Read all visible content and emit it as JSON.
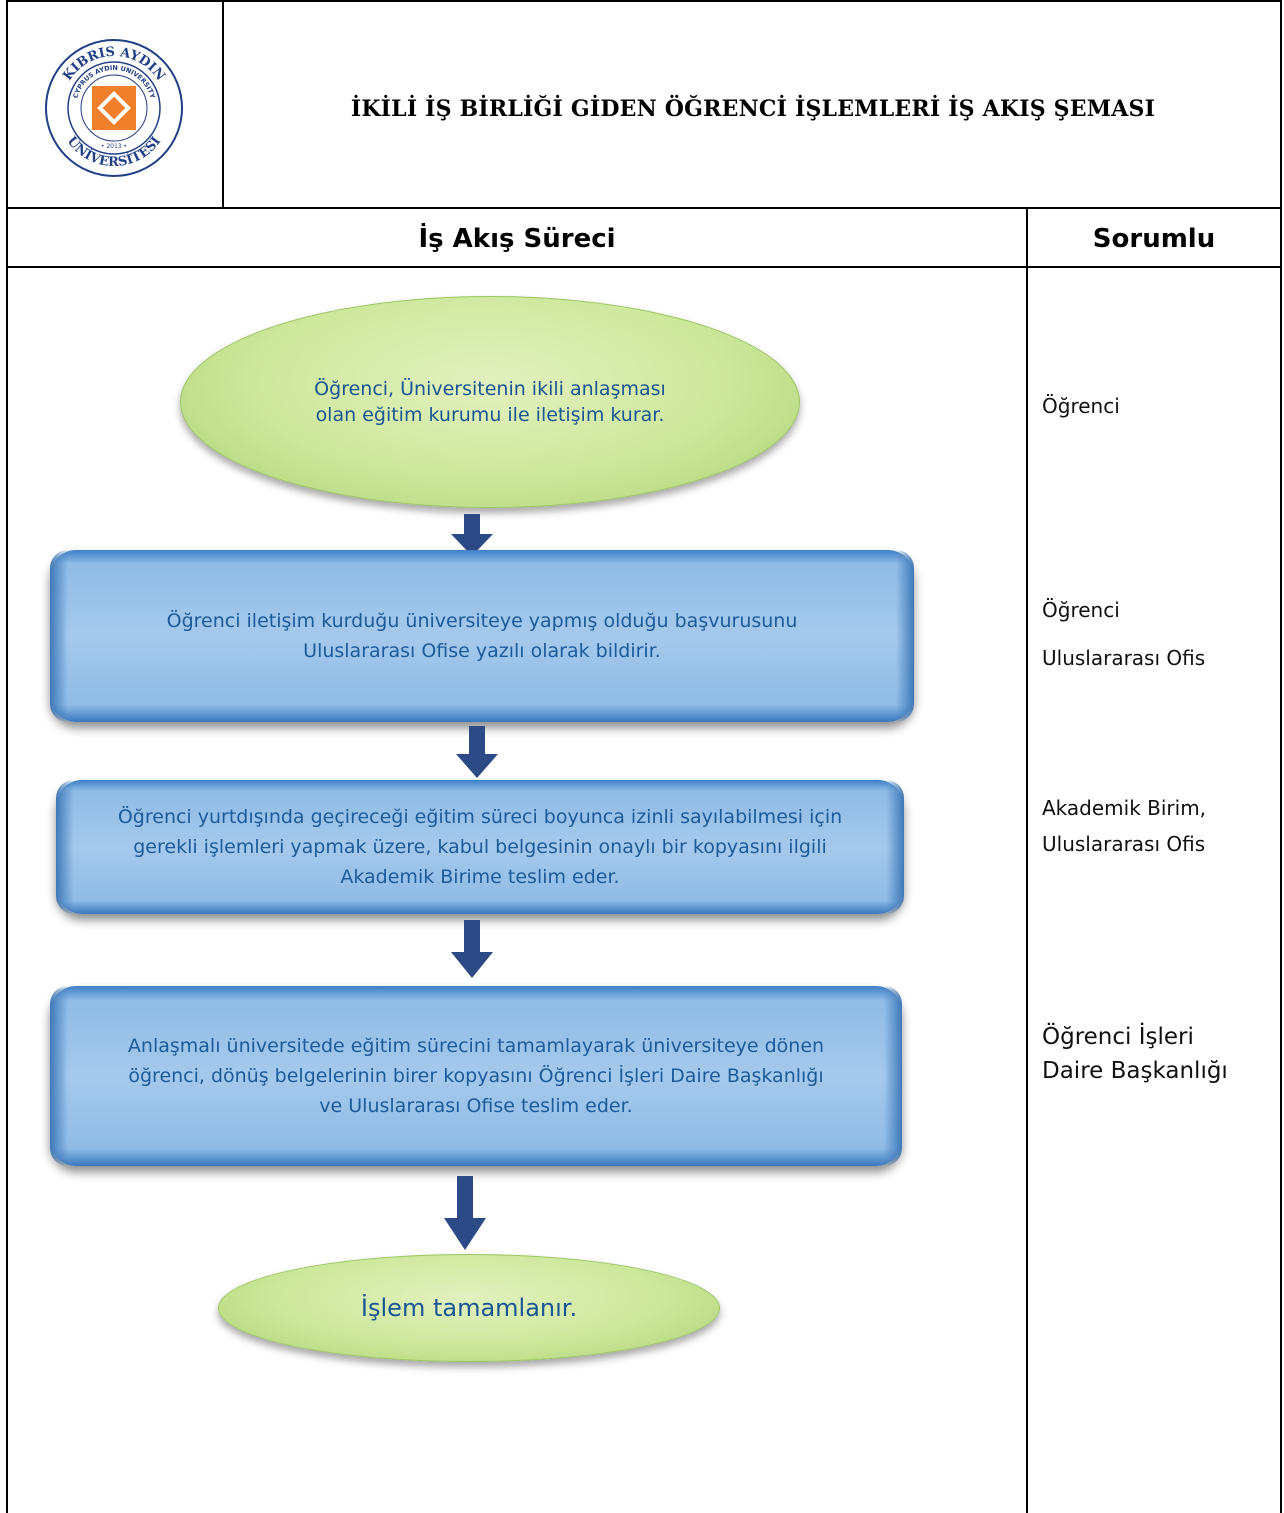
{
  "header": {
    "title": "İKİLİ İŞ BİRLİĞİ GİDEN ÖĞRENCİ İŞLEMLERİ İŞ AKIŞ ŞEMASI",
    "logo": {
      "ring_top": "KIBRIS AYDIN",
      "ring_bottom": "ÜNİVERSİTESİ",
      "inner_ring": "CYPRUS AYDIN UNIVERSITY",
      "year": "• 2013 •"
    }
  },
  "columns": {
    "process": "İş Akış Süreci",
    "responsible": "Sorumlu"
  },
  "steps": [
    {
      "text_line1": "Öğrenci, Üniversitenin ikili anlaşması",
      "text_line2": "olan eğitim kurumu ile iletişim kurar."
    },
    {
      "text_line1": "Öğrenci iletişim kurduğu üniversiteye yapmış olduğu başvurusunu",
      "text_line2": "Uluslararası Ofise yazılı olarak bildirir."
    },
    {
      "text_line1": "Öğrenci yurtdışında geçireceği eğitim süreci boyunca izinli sayılabilmesi için",
      "text_line2": "gerekli işlemleri yapmak üzere, kabul belgesinin onaylı bir kopyasını ilgili",
      "text_line3": "Akademik Birime teslim eder."
    },
    {
      "text_line1": "Anlaşmalı üniversitede eğitim sürecini tamamlayarak üniversiteye dönen",
      "text_line2": "öğrenci, dönüş belgelerinin birer kopyasını Öğrenci İşleri Daire Başkanlığı",
      "text_line3": "ve Uluslararası Ofise teslim eder."
    },
    {
      "text_line1": "İşlem tamamlanır."
    }
  ],
  "responsibles": [
    {
      "line1": "Öğrenci"
    },
    {
      "line1": "Öğrenci",
      "line2": "Uluslararası Ofis"
    },
    {
      "line1": "Akademik Birim,",
      "line2": "Uluslararası Ofis"
    },
    {
      "line1": "Öğrenci İşleri",
      "line2": "Daire Başkanlığı"
    }
  ],
  "colors": {
    "oval_green": "#cde79b",
    "box_blue": "#a5c9ec",
    "arrow_navy": "#2c4a86",
    "text_blue": "#1c5b9a"
  }
}
